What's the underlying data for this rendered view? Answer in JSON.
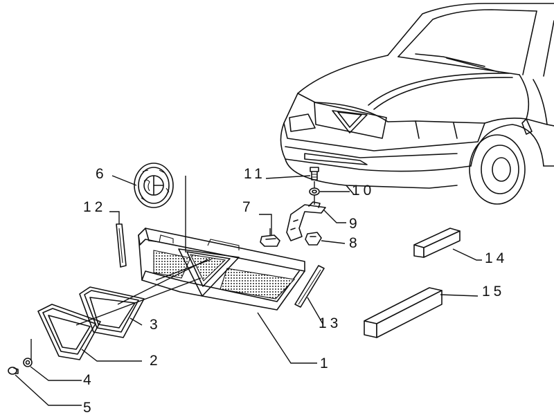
{
  "diagram": {
    "callouts": [
      {
        "id": "p1",
        "label": "1"
      },
      {
        "id": "p2",
        "label": "2"
      },
      {
        "id": "p3",
        "label": "3"
      },
      {
        "id": "p4",
        "label": "4"
      },
      {
        "id": "p5",
        "label": "5"
      },
      {
        "id": "p6",
        "label": "6"
      },
      {
        "id": "p7",
        "label": "7"
      },
      {
        "id": "p8",
        "label": "8"
      },
      {
        "id": "p9",
        "label": "9"
      },
      {
        "id": "p10",
        "label": "10"
      },
      {
        "id": "p11",
        "label": "11"
      },
      {
        "id": "p12",
        "label": "12"
      },
      {
        "id": "p13",
        "label": "13"
      },
      {
        "id": "p14",
        "label": "14"
      },
      {
        "id": "p15",
        "label": "15"
      }
    ]
  }
}
